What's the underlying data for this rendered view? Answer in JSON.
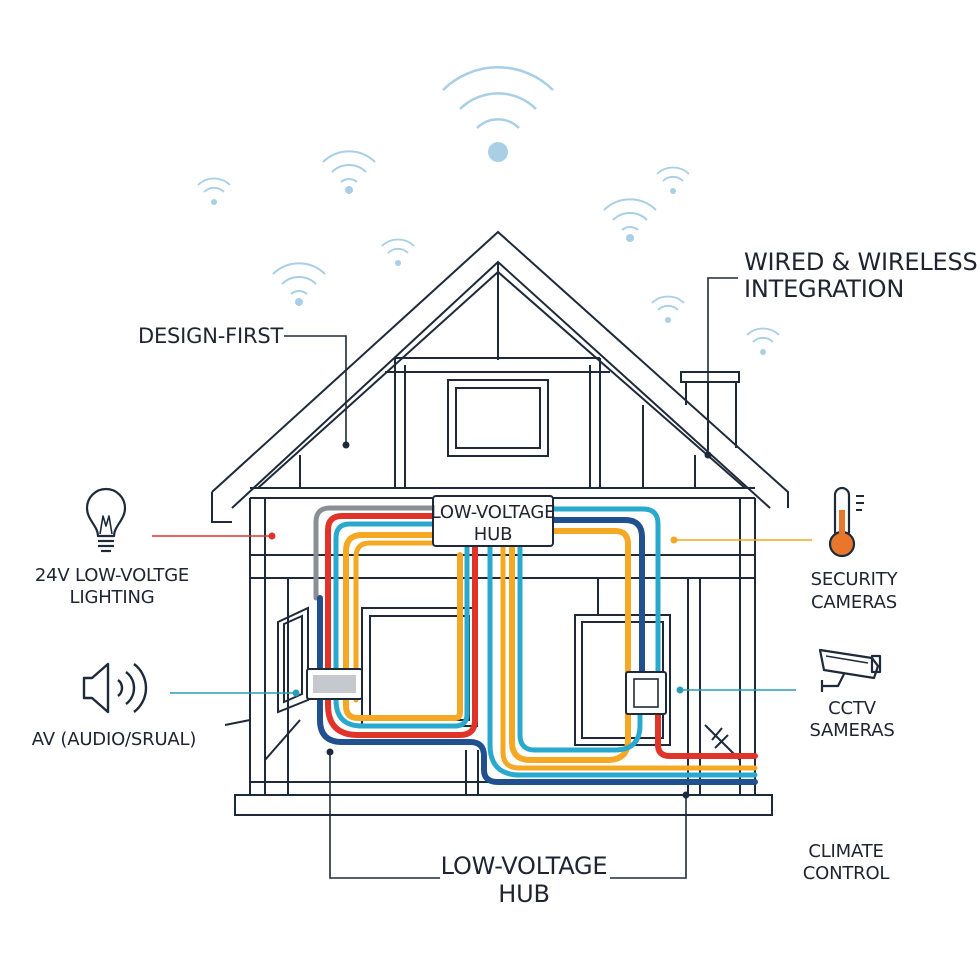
{
  "labels": {
    "design_first": "DESIGN-FIRST",
    "wired_wireless_line1": "WIRED & WIRELESS",
    "wired_wireless_line2": "INTEGRATION",
    "hub_box_line1": "LOW-VOLTAGE",
    "hub_box_line2": "HUB",
    "lighting_line1": "24V LOW-VOLTGE",
    "lighting_line2": "LIGHTING",
    "av": "AV (AUDIO/SRUAL)",
    "security_line1": "SECURITY",
    "security_line2": "CAMERAS",
    "cctv_line1": "CCTV",
    "cctv_line2": "SAMERAS",
    "hub_bottom_line1": "LOW-VOLTAGE",
    "hub_bottom_line2": "HUB",
    "climate_line1": "CLIMATE",
    "climate_line2": "CONTROL"
  },
  "icons": {
    "wifi": "wifi-icon",
    "lightbulb": "lightbulb-icon",
    "speaker": "speaker-icon",
    "thermometer": "thermometer-icon",
    "camera": "cctv-camera-icon"
  },
  "colors": {
    "frame": "#1e2a3a",
    "cable_red": "#e0342b",
    "cable_orange": "#f4a823",
    "cable_cyan": "#2aa9cf",
    "cable_navy": "#21508f",
    "cable_gray": "#8a8f96",
    "wifi": "#a9cfe6",
    "leader_teal": "#2a9db5"
  }
}
